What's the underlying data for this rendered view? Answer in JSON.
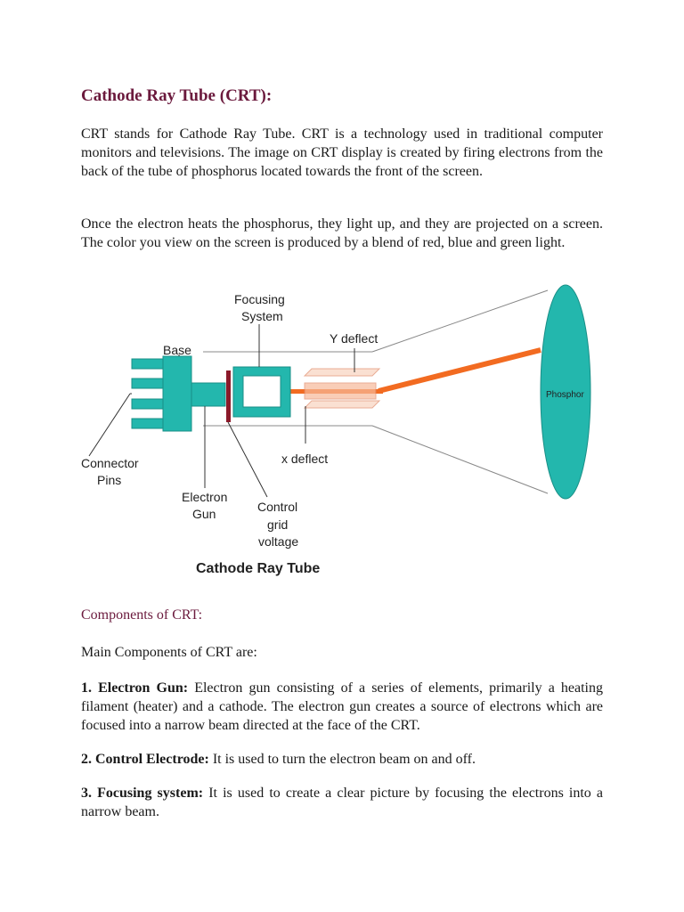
{
  "title": "Cathode Ray Tube (CRT):",
  "intro": [
    "CRT stands for Cathode Ray Tube. CRT is a technology used in traditional computer monitors and televisions. The image on CRT display is created by firing electrons from the back of the tube of phosphorus located towards the front of the screen.",
    "Once the electron heats the phosphorus, they light up, and they are projected on a screen. The color you view on the screen is produced by a blend of red, blue and green light."
  ],
  "diagram": {
    "caption": "Cathode Ray Tube",
    "labels": {
      "focusing1": "Focusing",
      "focusing2": "System",
      "ydeflect": "Y deflect",
      "base": "Base",
      "phosphor": "Phosphor",
      "connector1": "Connector",
      "connector2": "Pins",
      "xdeflect": "x deflect",
      "gun1": "Electron",
      "gun2": "Gun",
      "grid1": "Control",
      "grid2": "grid",
      "grid3": "voltage"
    },
    "colors": {
      "teal": "#23b7ad",
      "beam": "#f26b21",
      "grid": "#8b1a2a"
    }
  },
  "components_heading": "Components of CRT:",
  "components_intro": "Main Components of CRT are:",
  "components": [
    {
      "term": "1. Electron Gun:",
      "desc": " Electron gun consisting of a series of elements, primarily a heating filament (heater) and a cathode. The electron gun creates a source of electrons which are focused into a narrow beam directed at the face of the CRT."
    },
    {
      "term": "2. Control Electrode:",
      "desc": " It is used to turn the electron beam on and off."
    },
    {
      "term": "3. Focusing system:",
      "desc": " It is used to create a clear picture by focusing the electrons into a narrow beam."
    }
  ]
}
